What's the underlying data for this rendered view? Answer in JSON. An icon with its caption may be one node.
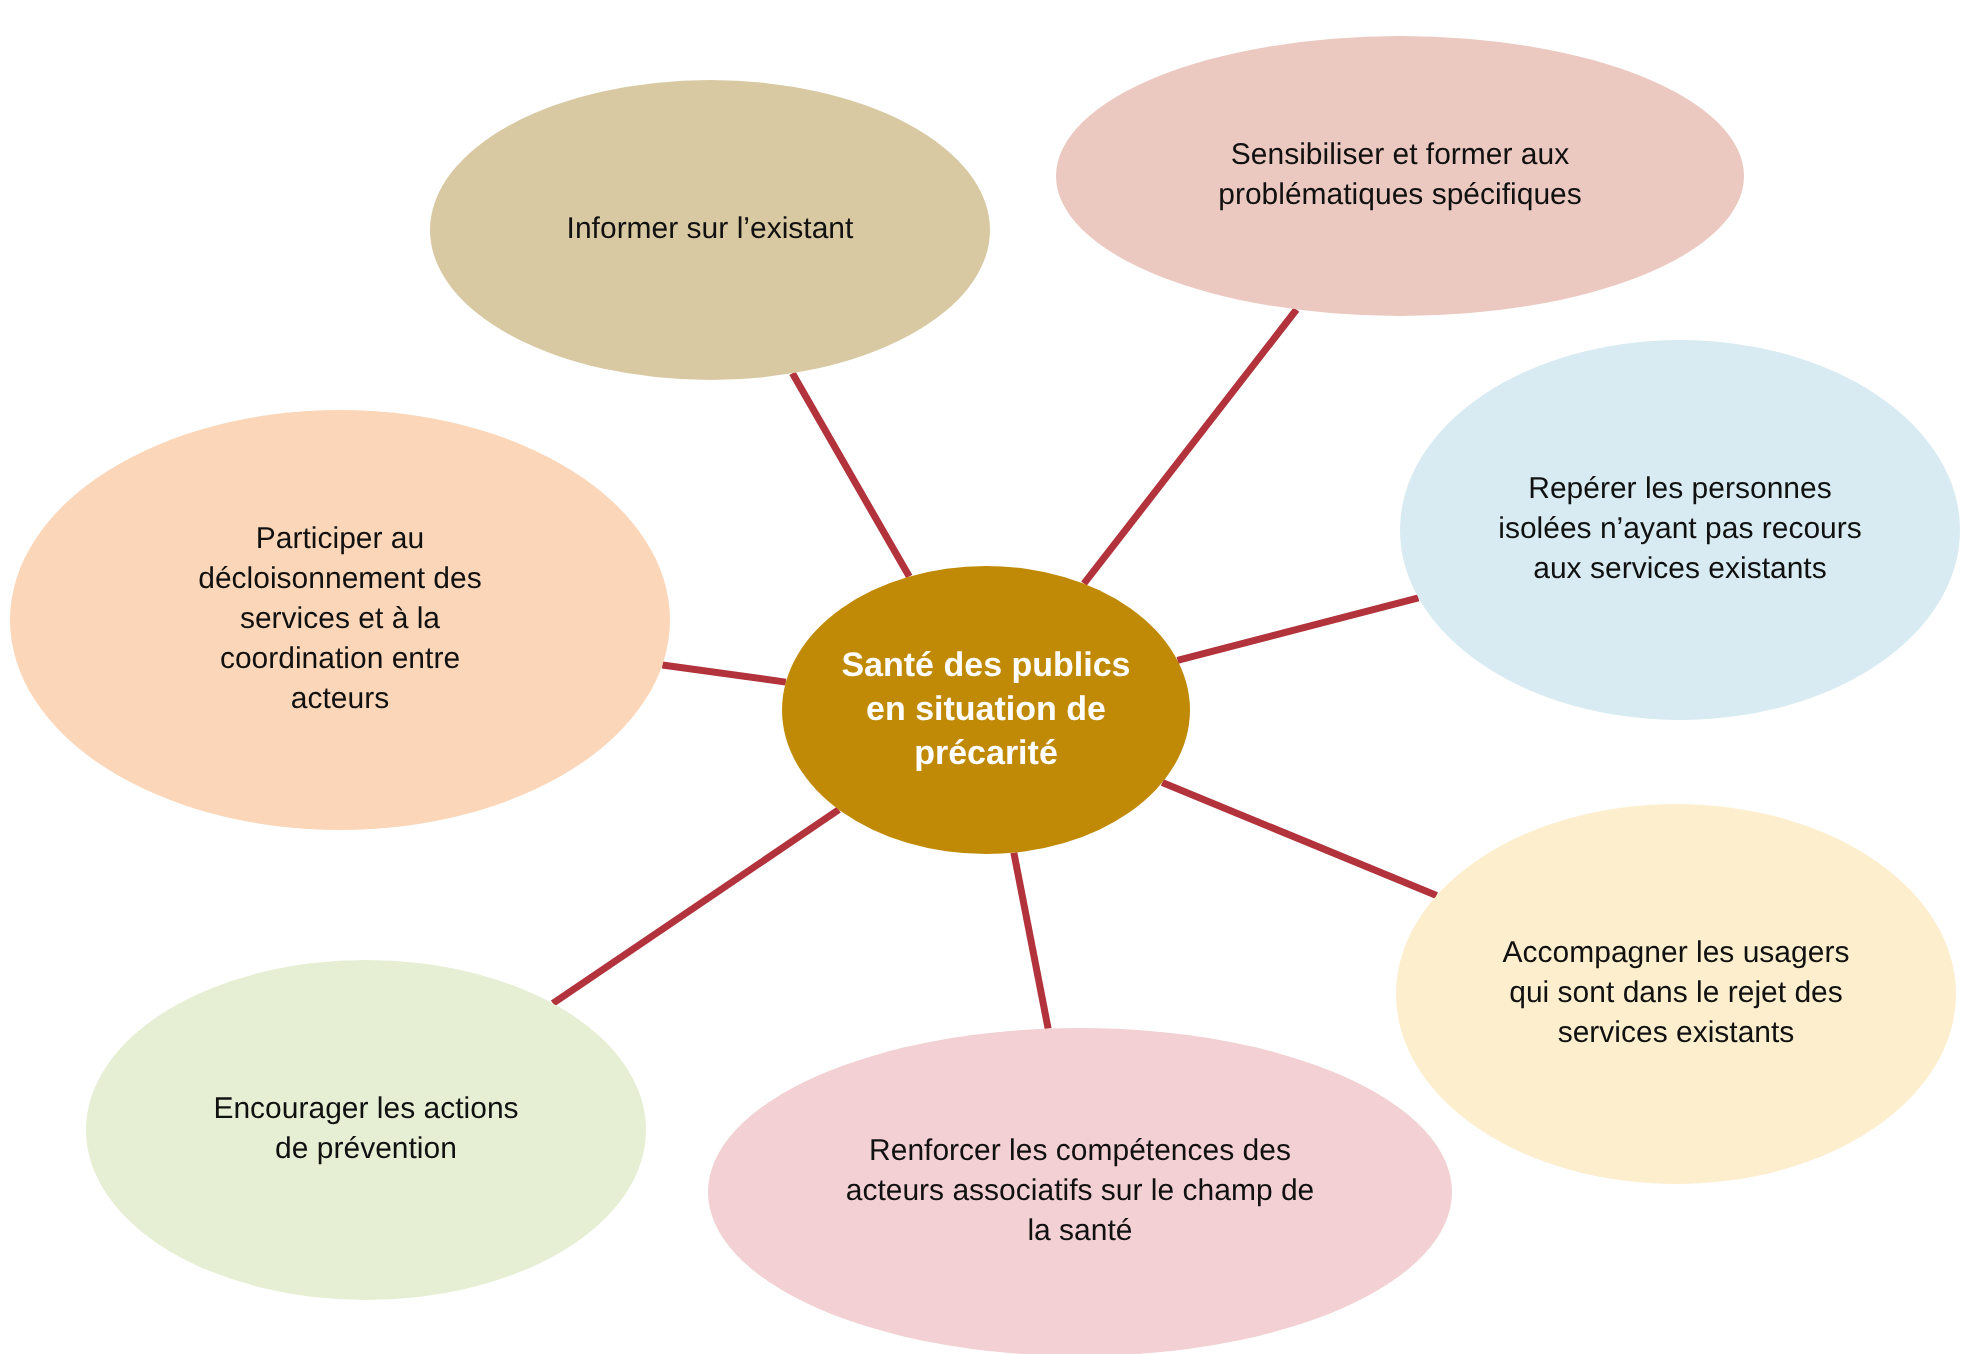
{
  "diagram": {
    "nodes": [
      {
        "text": [
          "Santé des publics en situation de précarité"
        ]
      },
      {
        "text": [
          "Informer sur l’existant"
        ]
      },
      {
        "text": [
          "Sensibiliser et former aux problématiques spécifiques"
        ]
      },
      {
        "text": [
          "Repérer les personnes isolées n’ayant pas recours aux services existants"
        ]
      },
      {
        "text": [
          "Accompagner les usagers qui sont dans le rejet des services existants"
        ]
      },
      {
        "text": [
          "Renforcer les compétences des acteurs associatifs sur le champ de la santé"
        ]
      },
      {
        "text": [
          "Encourager les actions de prévention"
        ]
      },
      {
        "text": [
          "Participer au décloisonnement des services et à la coordination entre acteurs"
        ]
      }
    ],
    "edges": [
      {
        "from": 0,
        "to": 1,
        "arrow": "none"
      },
      {
        "from": 0,
        "to": 2,
        "arrow": "none"
      },
      {
        "from": 0,
        "to": 3,
        "arrow": "none"
      },
      {
        "from": 0,
        "to": 4,
        "arrow": "none"
      },
      {
        "from": 0,
        "to": 5,
        "arrow": "none"
      },
      {
        "from": 0,
        "to": 6,
        "arrow": "none"
      },
      {
        "from": 0,
        "to": 7,
        "arrow": "none"
      }
    ]
  }
}
